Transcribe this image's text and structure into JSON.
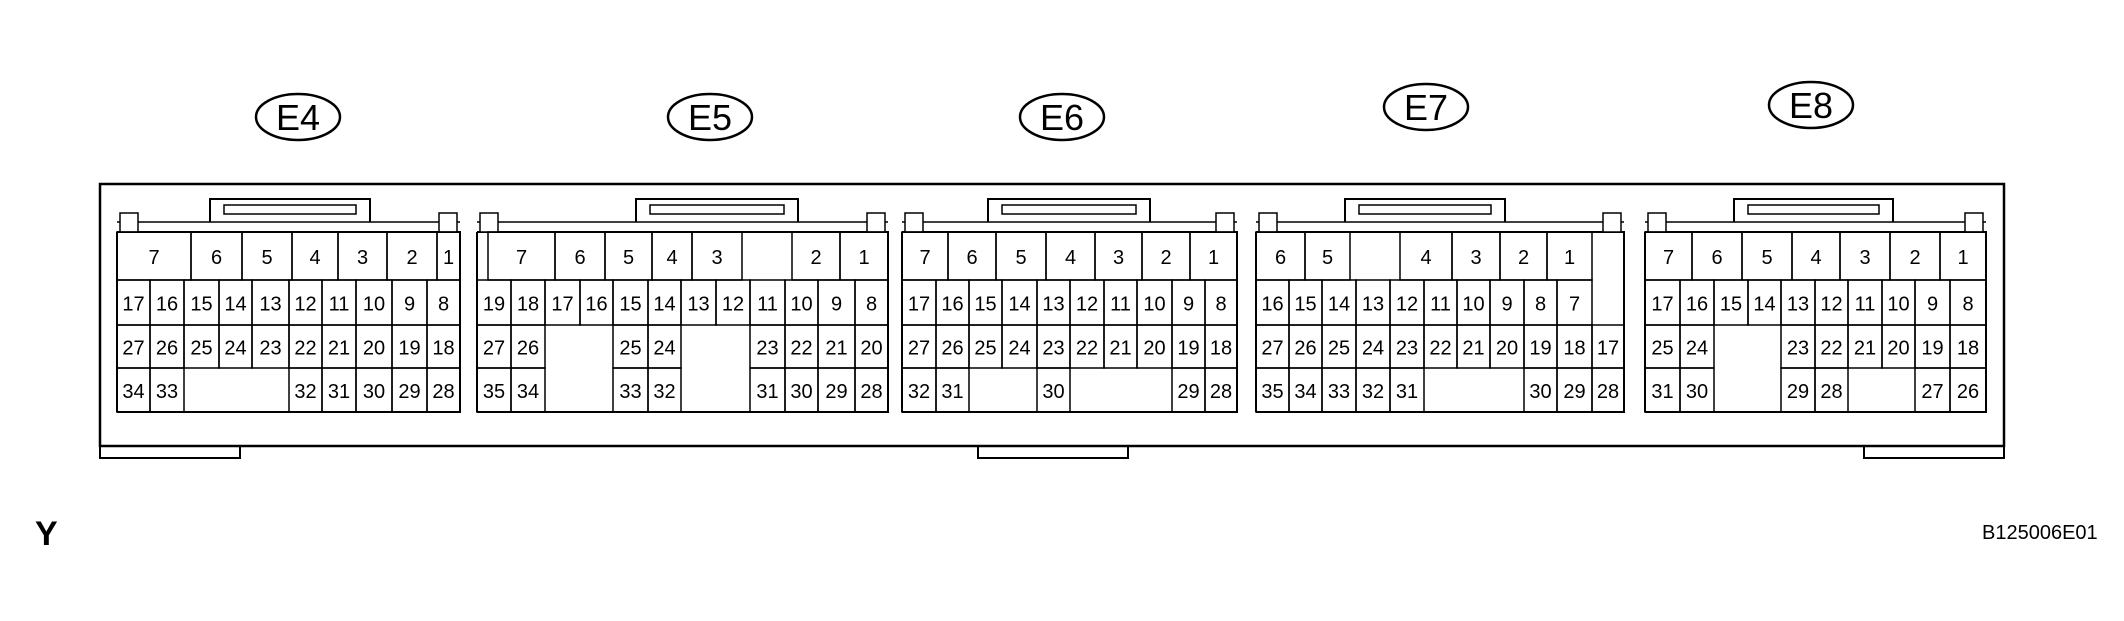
{
  "diagram": {
    "corner_letter": "Y",
    "figure_id": "B125006E01",
    "connectors": [
      {
        "id": "E4",
        "rows": [
          [
            "7",
            "6",
            "5",
            "4",
            "3",
            "2",
            "1"
          ],
          [
            "17",
            "16",
            "15",
            "14",
            "13",
            "12",
            "11",
            "10",
            "9",
            "8"
          ],
          [
            "27",
            "26",
            "25",
            "24",
            "23",
            "22",
            "21",
            "20",
            "19",
            "18"
          ],
          [
            "34",
            "33",
            "",
            "",
            "",
            "32",
            "31",
            "30",
            "29",
            "28"
          ]
        ]
      },
      {
        "id": "E5",
        "rows": [
          [
            "",
            "7",
            "6",
            "5",
            "4",
            "3",
            "",
            "2",
            "1"
          ],
          [
            "19",
            "18",
            "17",
            "16",
            "15",
            "14",
            "13",
            "12",
            "11",
            "10",
            "9",
            "8"
          ],
          [
            "27",
            "26",
            "",
            "",
            "25",
            "24",
            "",
            "",
            "23",
            "22",
            "21",
            "20"
          ],
          [
            "35",
            "34",
            "",
            "",
            "33",
            "32",
            "",
            "",
            "31",
            "30",
            "29",
            "28"
          ]
        ]
      },
      {
        "id": "E6",
        "rows": [
          [
            "7",
            "6",
            "5",
            "4",
            "3",
            "2",
            "1"
          ],
          [
            "17",
            "16",
            "15",
            "14",
            "13",
            "12",
            "11",
            "10",
            "9",
            "8"
          ],
          [
            "27",
            "26",
            "25",
            "24",
            "23",
            "22",
            "21",
            "20",
            "19",
            "18"
          ],
          [
            "32",
            "31",
            "",
            "",
            "30",
            "",
            "",
            "",
            "29",
            "28"
          ]
        ]
      },
      {
        "id": "E7",
        "rows": [
          [
            "6",
            "5",
            "",
            "4",
            "3",
            "2",
            "1",
            ""
          ],
          [
            "16",
            "15",
            "14",
            "13",
            "12",
            "11",
            "10",
            "9",
            "8",
            "7",
            ""
          ],
          [
            "27",
            "26",
            "25",
            "24",
            "23",
            "22",
            "21",
            "20",
            "19",
            "18",
            "17"
          ],
          [
            "35",
            "34",
            "33",
            "32",
            "31",
            "",
            "",
            "",
            "30",
            "29",
            "28"
          ]
        ]
      },
      {
        "id": "E8",
        "rows": [
          [
            "7",
            "6",
            "5",
            "4",
            "3",
            "2",
            "1"
          ],
          [
            "17",
            "16",
            "15",
            "14",
            "13",
            "12",
            "11",
            "10",
            "9",
            "8"
          ],
          [
            "25",
            "24",
            "",
            "",
            "23",
            "22",
            "21",
            "20",
            "19",
            "18"
          ],
          [
            "31",
            "30",
            "",
            "",
            "29",
            "28",
            "",
            "",
            "27",
            "26"
          ]
        ]
      }
    ]
  }
}
